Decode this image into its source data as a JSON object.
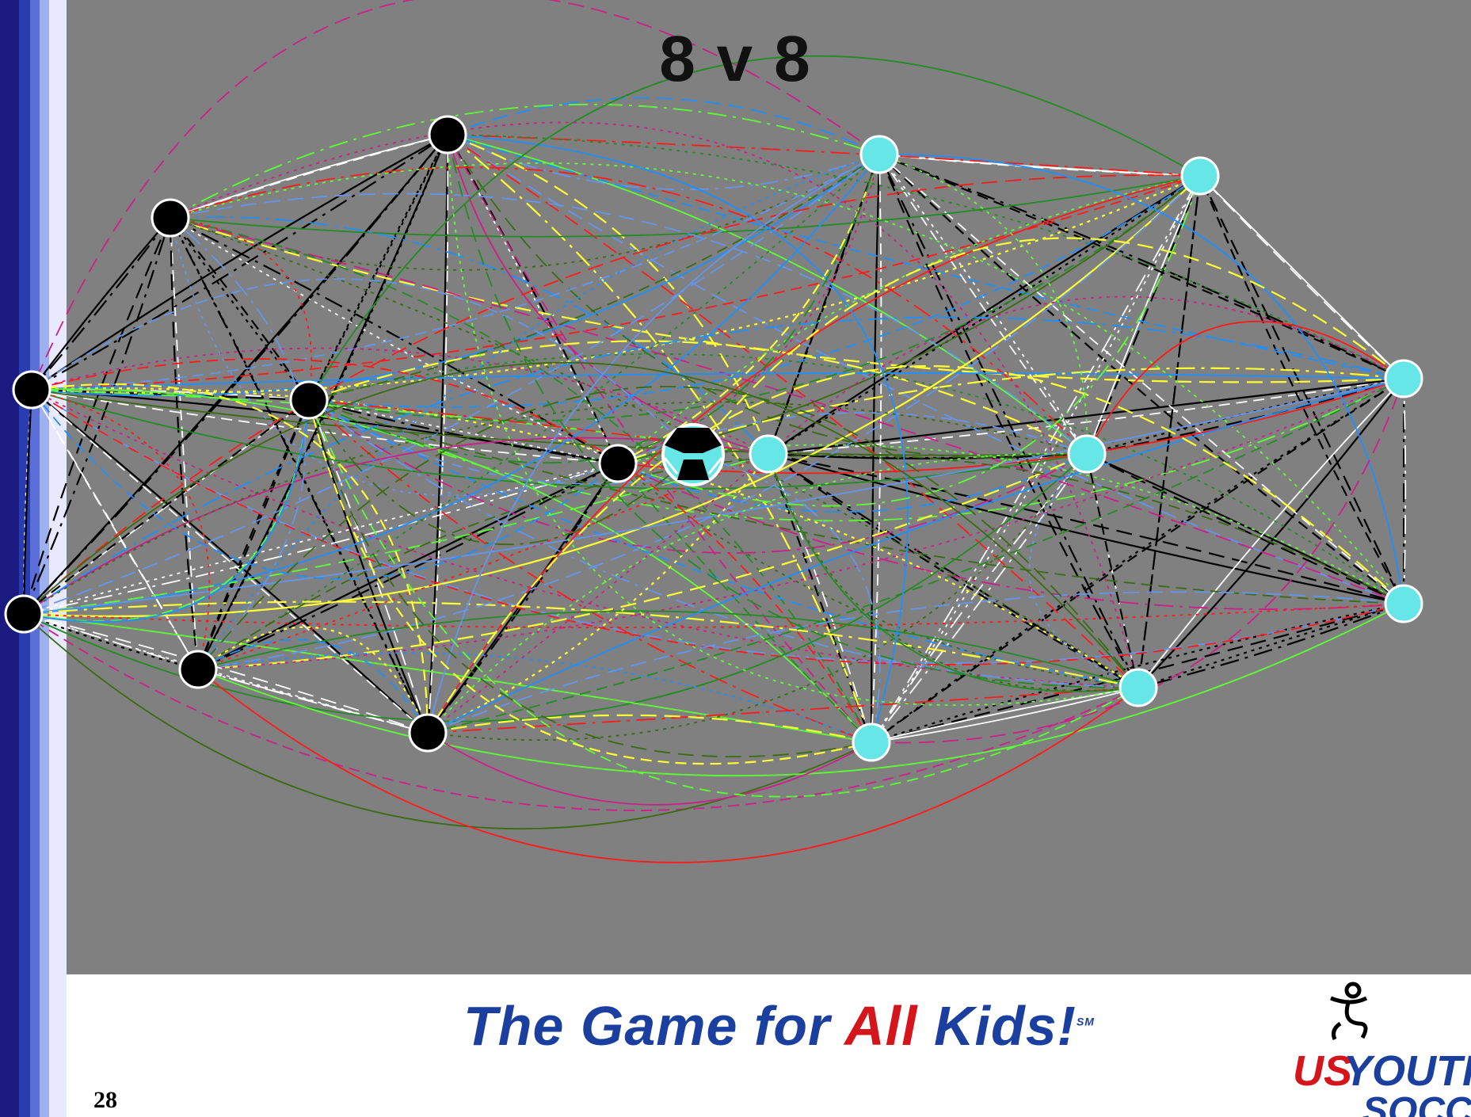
{
  "slide": {
    "title": "8 v 8",
    "page_number": "28",
    "slogan": {
      "part1": "The Game for ",
      "highlight": "All",
      "part2": " Kids!",
      "mark": "SM"
    },
    "logo": {
      "line1_us": "US",
      "line1_rest": "YOUTH",
      "line2": "SOCCER",
      "icon": "player-figure-icon"
    }
  },
  "colors": {
    "field": "#808080",
    "team_dark": "#000000",
    "team_light": "#66e6e6",
    "stripe": [
      "#1a1a80",
      "#2a3db0",
      "#5a70d8",
      "#9fb0f0",
      "#e8e8ff"
    ],
    "brand_blue": "#1a3f9e",
    "brand_red": "#d4161c"
  },
  "diagram": {
    "team_dark_count": 8,
    "team_light_count": 8,
    "ball": "soccer-ball-icon",
    "pass_line_colors": [
      "#000000",
      "#ffffff",
      "#1e90ff",
      "#6495ed",
      "#ff1a1a",
      "#ffff33",
      "#cc1f8a",
      "#5cff33",
      "#3a6b12",
      "#228b22"
    ],
    "line_styles": [
      "solid",
      "dashed",
      "dash-dot",
      "dotted"
    ]
  }
}
